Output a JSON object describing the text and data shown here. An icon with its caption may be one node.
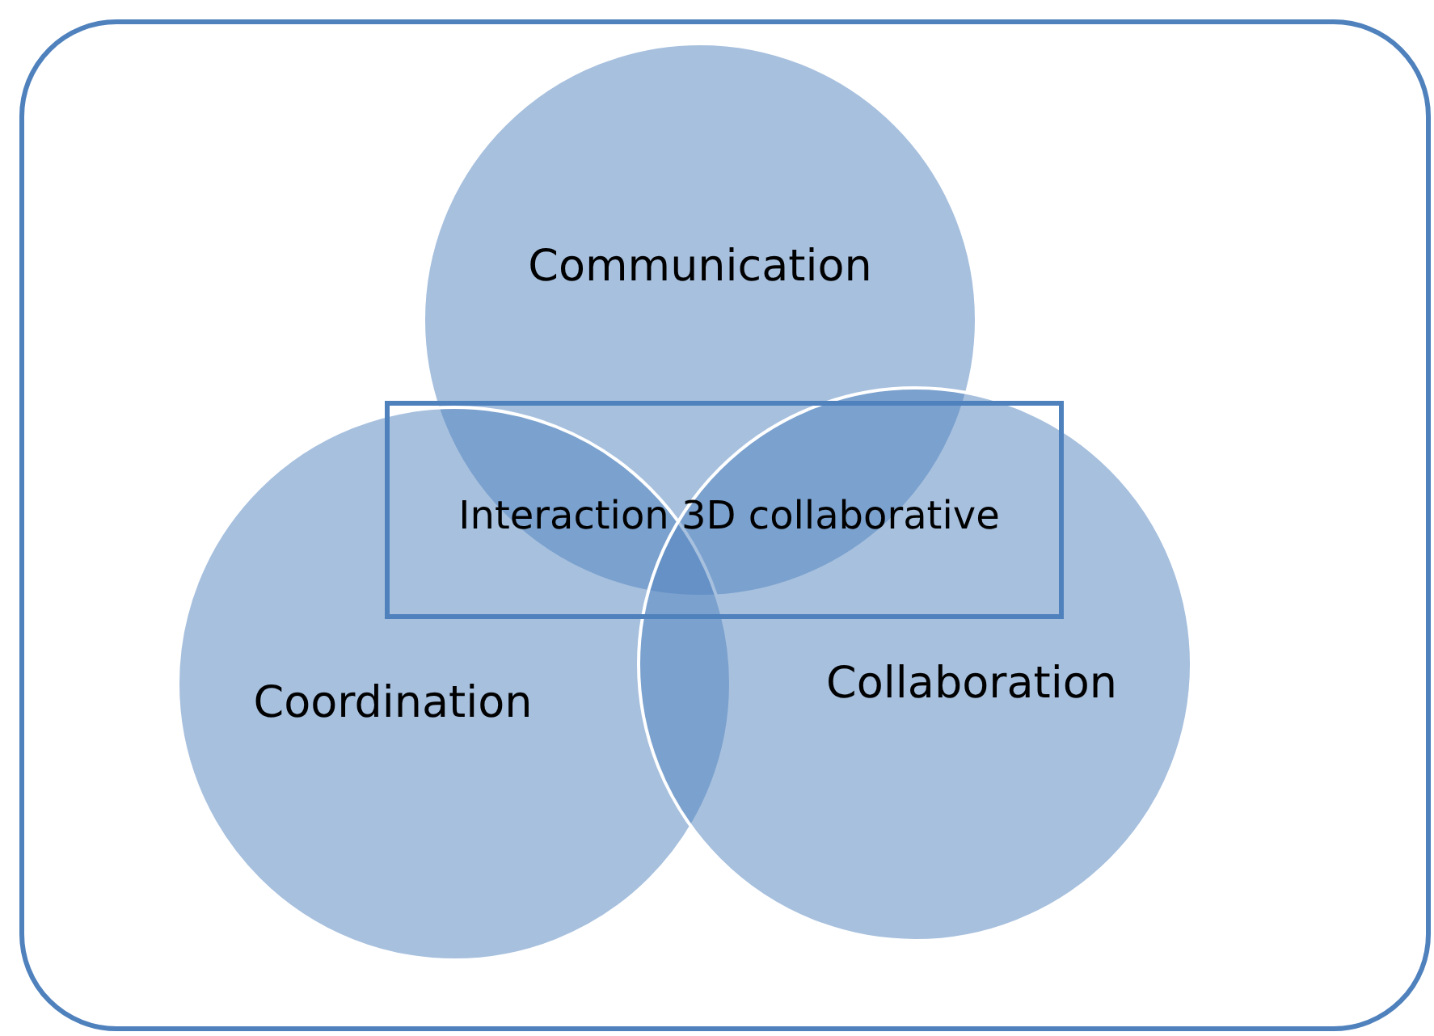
{
  "diagram": {
    "nodes": [
      {
        "text": [],
        "shape": "box"
      },
      {
        "text": [
          "Communication"
        ],
        "in": 0
      },
      {
        "text": [
          "Interaction 3D collaborative"
        ],
        "in": 0
      },
      {
        "text": [
          "Coordination"
        ],
        "in": 0
      },
      {
        "text": [
          "Collaboration"
        ],
        "in": 0
      }
    ]
  }
}
